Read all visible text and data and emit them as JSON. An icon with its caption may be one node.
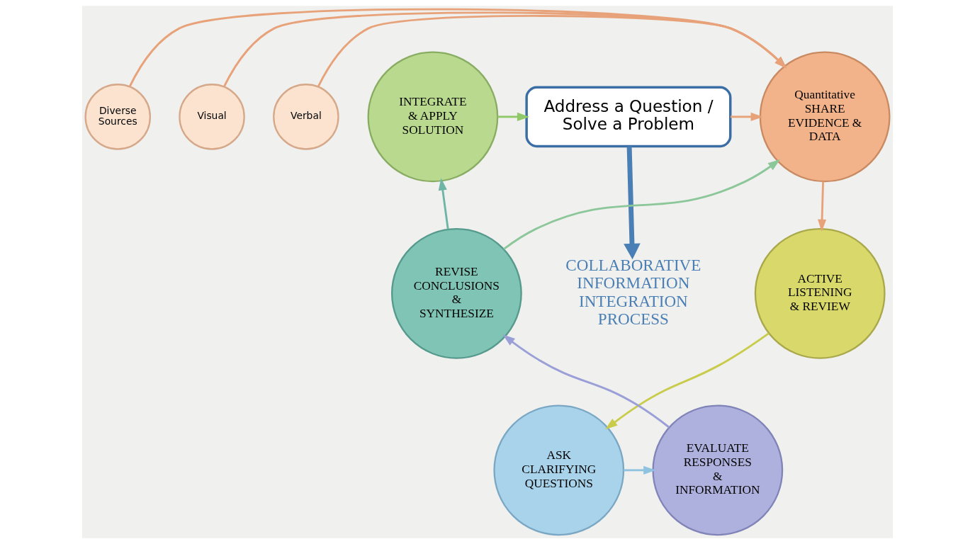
{
  "diagram": {
    "nodes": [
      {
        "text": [
          "Address a Question / Solve a Problem"
        ]
      },
      {
        "text": [
          "Quantitative",
          "SHARE EVIDENCE & DATA"
        ]
      },
      {
        "text": [
          "Diverse Sources"
        ]
      },
      {
        "text": [
          "Visual"
        ]
      },
      {
        "text": [
          "Verbal"
        ]
      },
      {
        "text": [
          "ACTIVE LISTENING & REVIEW"
        ]
      },
      {
        "text": [
          "ASK CLARIFYING QUESTIONS"
        ]
      },
      {
        "text": [
          "EVALUATE RESPONSES & INFORMATION"
        ]
      },
      {
        "text": [
          "REVISE CONCLUSIONS & SYNTHESIZE"
        ]
      },
      {
        "text": [
          "INTEGRATE & APPLY SOLUTION"
        ]
      },
      {
        "text": [
          "COLLABORATIVE INFORMATION INTEGRATION PROCESS"
        ]
      }
    ],
    "edges": [
      {
        "from": 0,
        "to": 1,
        "arrow": "to",
        "color": "#e8a27a"
      },
      {
        "from": 2,
        "to": 1,
        "arrow": "to",
        "color": "#e8a27a"
      },
      {
        "from": 3,
        "to": 1,
        "arrow": "to",
        "color": "#e8a27a"
      },
      {
        "from": 4,
        "to": 1,
        "arrow": "to",
        "color": "#e8a27a"
      },
      {
        "from": 1,
        "to": 5,
        "arrow": "to",
        "color": "#e8a27a"
      },
      {
        "from": 5,
        "to": 6,
        "arrow": "to",
        "color": "#c9cc4a"
      },
      {
        "from": 6,
        "to": 7,
        "arrow": "to",
        "color": "#8fc3e0"
      },
      {
        "from": 7,
        "to": 8,
        "arrow": "to",
        "color": "#9b9fd8"
      },
      {
        "from": 8,
        "to": 9,
        "arrow": "to",
        "color": "#6fb5a5"
      },
      {
        "from": 9,
        "to": 0,
        "arrow": "to",
        "color": "#8fc96a"
      },
      {
        "from": 8,
        "to": 1,
        "arrow": "to",
        "color": "#8cc79a"
      },
      {
        "from": 0,
        "to": 10,
        "arrow": "to",
        "style": "thick",
        "color": "#4a7fb5"
      }
    ]
  }
}
